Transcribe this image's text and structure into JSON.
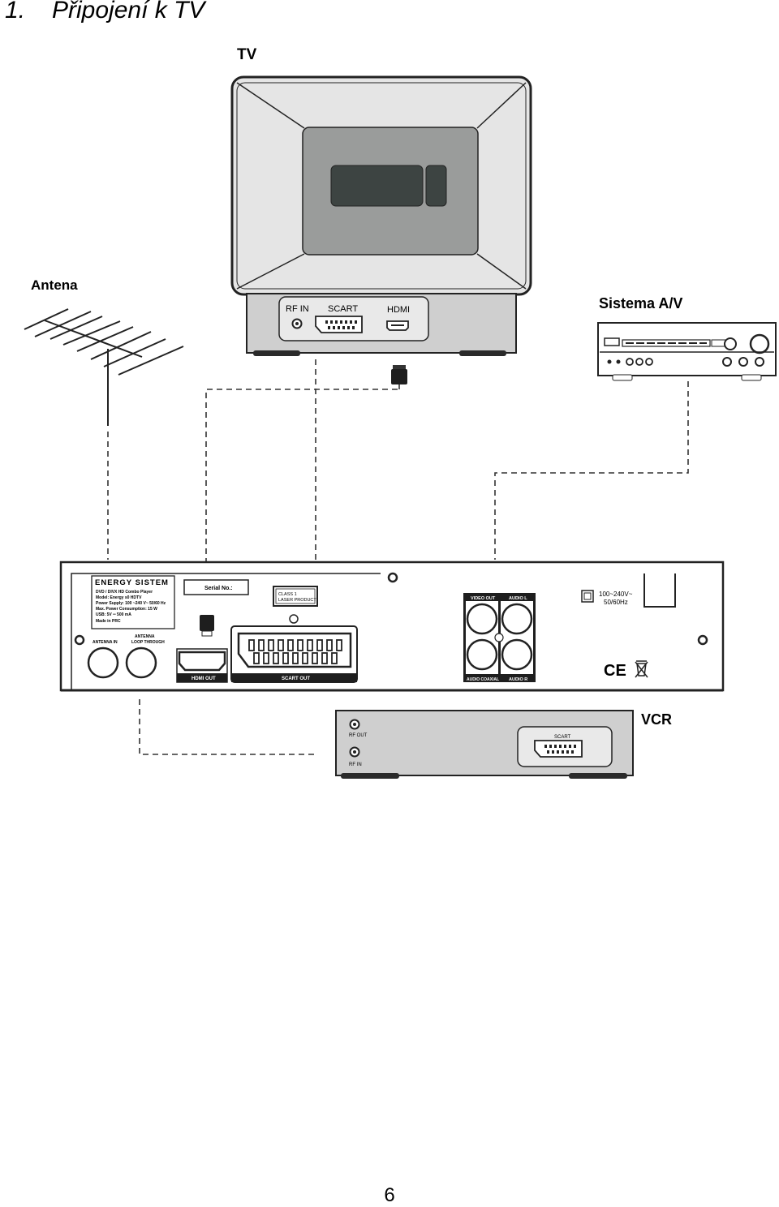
{
  "heading": {
    "number": "1.",
    "title": "Připojení k TV"
  },
  "devices": {
    "tv": {
      "label": "TV",
      "ports": {
        "rf_in": "RF IN",
        "scart": "SCART",
        "hdmi": "HDMI"
      }
    },
    "antenna": {
      "label": "Antena"
    },
    "av_system": {
      "label": "Sistema A/V"
    },
    "player": {
      "brand": "ENERGY SISTEM",
      "spec_lines": [
        "DVD / DIVX HD Combo Player",
        "Model: Energy s0 HDTV",
        "Power Supply: 100 ~240 V~ 50/60 Hz",
        "Max. Power Consumption: 15 W",
        "USB: 5V ═ 500 mA",
        "Made in PRC"
      ],
      "serial_label": "Serial No.:",
      "laser_label_line1": "CLASS 1",
      "laser_label_line2": "LASER PRODUCT",
      "power_line1": "100~240V~",
      "power_line2": "50/60Hz",
      "ports": {
        "antenna_in": "ANTENNA IN",
        "loop_through_line1": "ANTENNA",
        "loop_through_line2": "LOOP THROUGH",
        "hdmi_out": "HDMI OUT",
        "scart_out": "SCART OUT",
        "video_out": "VIDEO OUT",
        "audio_l": "AUDIO L",
        "audio_coaxial": "AUDIO COAXIAL",
        "audio_r": "AUDIO R"
      },
      "marks": {
        "ce": "CE"
      }
    },
    "vcr": {
      "label": "VCR",
      "ports": {
        "rf_out": "RF OUT",
        "rf_in": "RF IN",
        "scart": "SCART"
      }
    }
  },
  "page_number": "6"
}
